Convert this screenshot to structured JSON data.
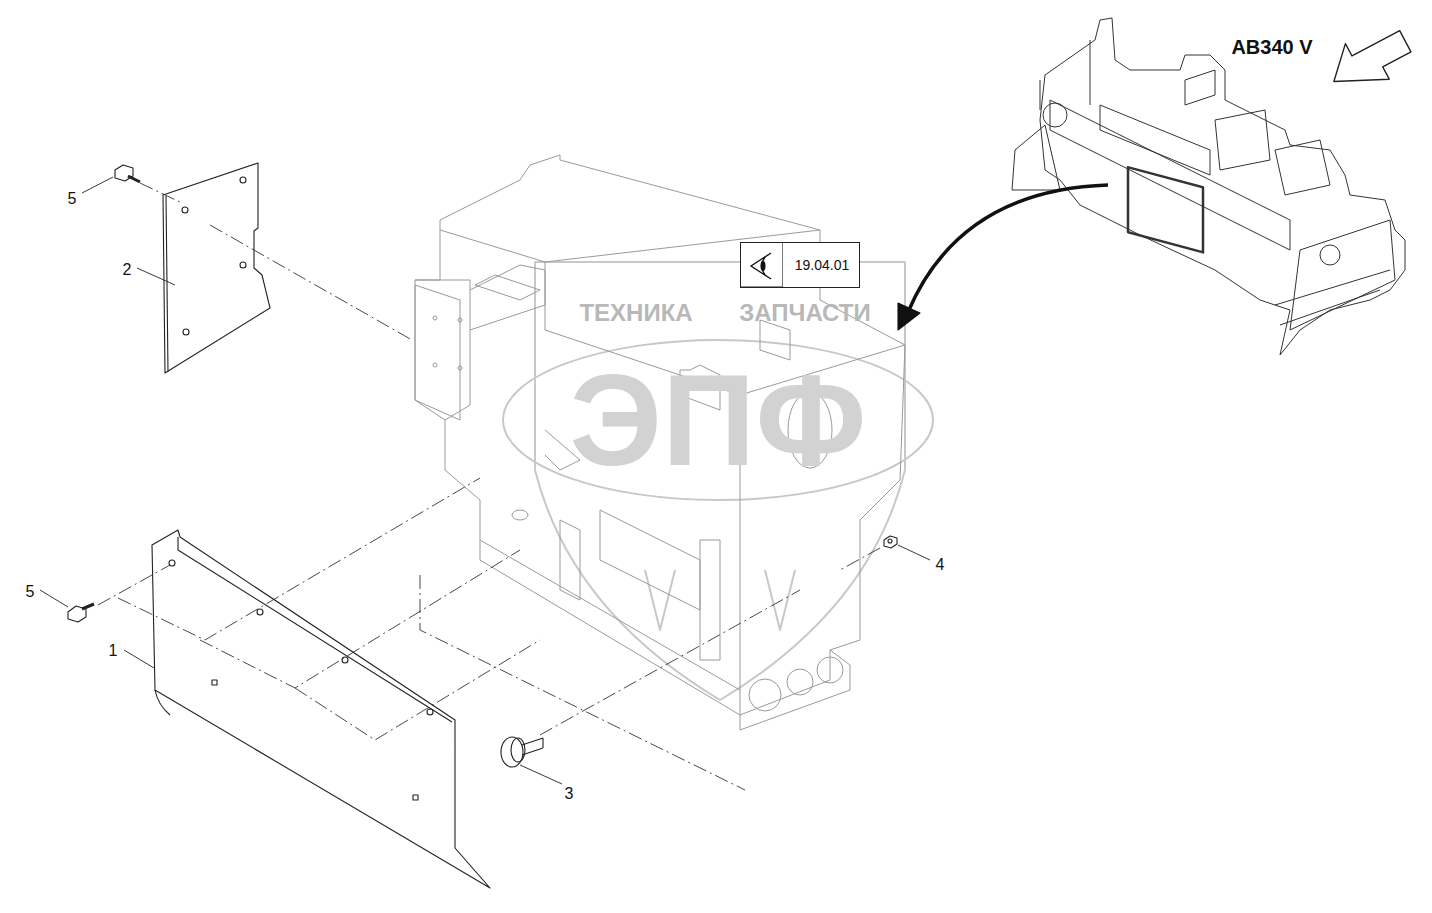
{
  "diagram": {
    "nodes": [
      {
        "text": [
          "19.04.01"
        ]
      }
    ],
    "labels": [
      "AB340 V",
      "5",
      "2",
      "5",
      "1",
      "3",
      "4",
      "ТЕХНИКА",
      "ЗАПЧАСТИ",
      "ЭПФ"
    ]
  }
}
